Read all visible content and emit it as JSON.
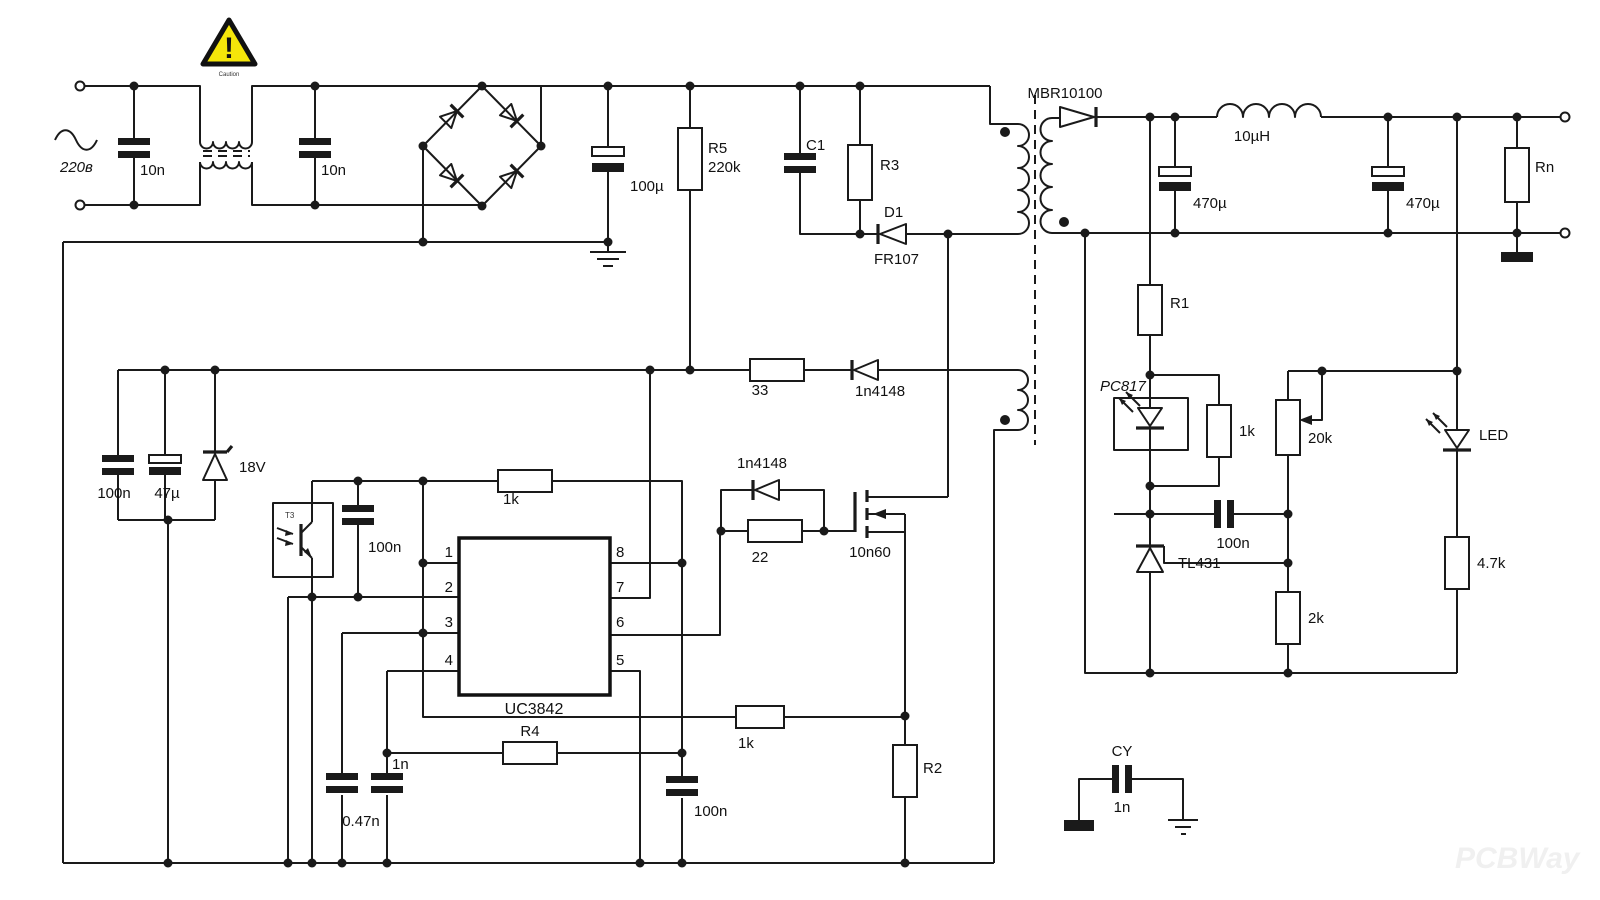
{
  "schematic": {
    "watermark": "PCBWay",
    "caution": {
      "symbol": "!",
      "label": "Caution"
    },
    "input": {
      "voltage": "220в",
      "cap1": "10n",
      "cap2": "10n"
    },
    "rectifier": {
      "bulk_cap": "100µ"
    },
    "startup": {
      "r5_name": "R5",
      "r5_value": "220k"
    },
    "snubber": {
      "c1": "C1",
      "r3": "R3",
      "d1_name": "D1",
      "d1_part": "FR107"
    },
    "output": {
      "diode": "MBR10100",
      "inductor": "10µH",
      "cap1": "470µ",
      "cap2": "470µ",
      "load": "Rn"
    },
    "feedback": {
      "r1": "R1",
      "opto": "PC817",
      "r_parallel": "1k",
      "pot": "20k",
      "cap": "100n",
      "shunt": "TL431",
      "r_lower": "2k",
      "led": "LED",
      "r_led": "4.7k"
    },
    "aux": {
      "resistor": "33",
      "diode": "1n4148"
    },
    "vcc": {
      "cap1": "100n",
      "cap2": "47µ",
      "zener": "18V"
    },
    "opto_rx": {
      "name": "T3",
      "comp_r": "1k",
      "comp_cap": "100n"
    },
    "controller": {
      "part": "UC3842",
      "pins": [
        "1",
        "2",
        "3",
        "4",
        "5",
        "6",
        "7",
        "8"
      ]
    },
    "gate": {
      "diode": "1n4148",
      "resistor": "22",
      "mosfet": "10n60"
    },
    "timing": {
      "r4": "R4",
      "ct": "1n",
      "cs_cap": "0.47n",
      "vref_cap": "100n",
      "cs_r": "1k",
      "r2": "R2"
    },
    "ycap": {
      "name": "CY",
      "value": "1n"
    }
  }
}
